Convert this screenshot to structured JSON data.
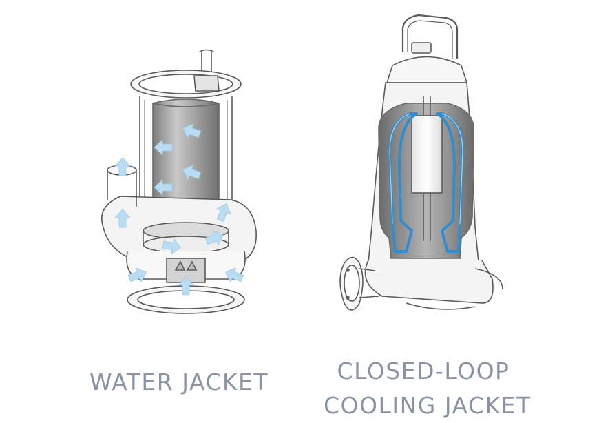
{
  "panels": [
    {
      "id": "water-jacket",
      "caption_lines": [
        "WATER JACKET"
      ]
    },
    {
      "id": "closed-loop",
      "caption_lines": [
        "CLOSED-LOOP",
        "COOLING JACKET"
      ]
    }
  ],
  "colors": {
    "outline": "#5a5a5a",
    "housing_fill": "#f2f2f2",
    "motor_dark": "#8a8a8a",
    "motor_light": "#d8d8d8",
    "flow_arrow": "#b9dcf2",
    "coolant": "#2f8ecf",
    "caption": "#8a93a6"
  },
  "icons": [
    "flow-arrow-icon"
  ]
}
